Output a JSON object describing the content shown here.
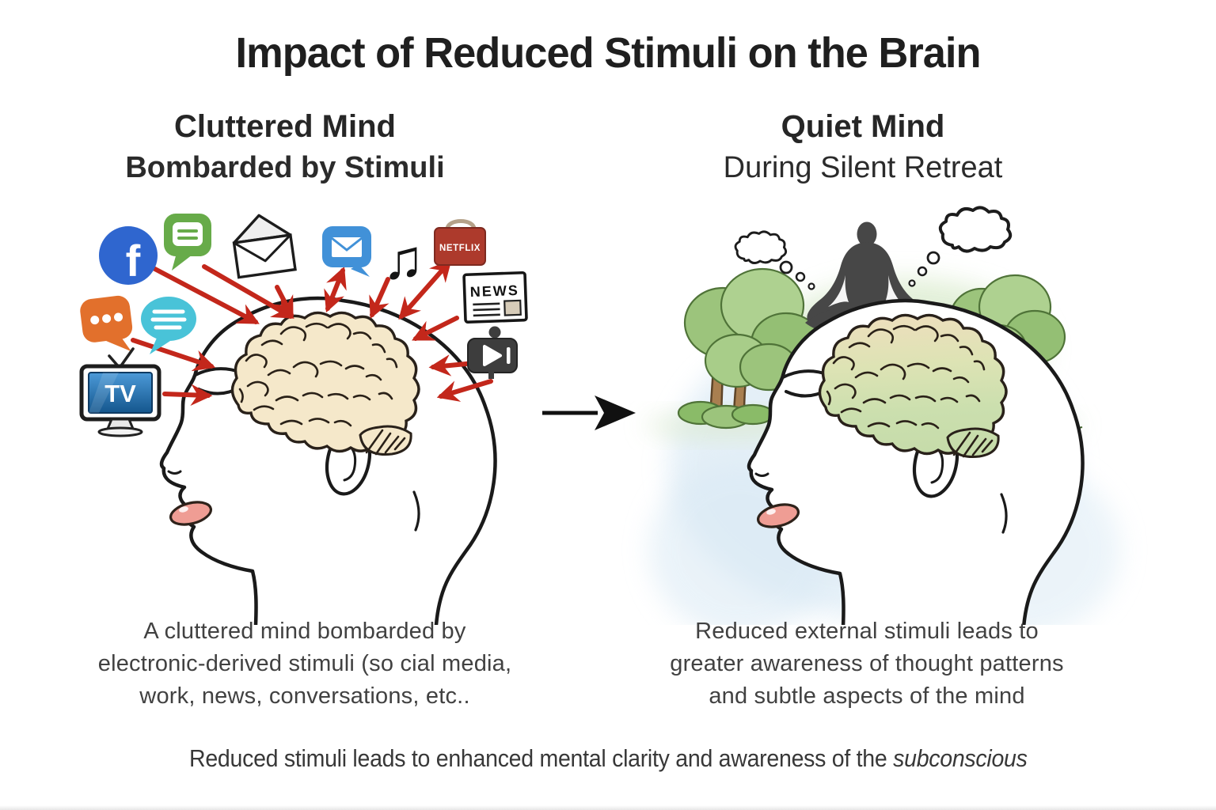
{
  "title": "Impact of Reduced Stimuli on the Brain",
  "left_panel": {
    "heading_line1": "Cluttered Mind",
    "heading_line2": "Bombarded by Stimuli",
    "caption_lines": [
      "A cluttered mind bombarded by",
      "electronic-derived stimuli (so cial media,",
      "work, news, conversations, etc.."
    ],
    "icon_labels": {
      "facebook_glyph": "f",
      "music_glyph": "♫",
      "netflix": "NETFLIX",
      "news": "NEWS",
      "tv": "TV"
    },
    "icons": [
      "facebook-icon",
      "chat-bubble-green-icon",
      "envelope-icon",
      "email-icon",
      "music-note-icon",
      "netflix-icon",
      "news-icon",
      "video-player-icon",
      "chat-bubble-orange-icon",
      "chat-bubble-cyan-icon",
      "tv-icon"
    ]
  },
  "right_panel": {
    "heading_line1": "Quiet Mind",
    "heading_line2": "During Silent Retreat",
    "caption_lines": [
      "Reduced external stimuli leads to",
      "greater awareness of thought patterns",
      "and subtle aspects of the mind"
    ],
    "elements": [
      "meditating-figure",
      "thought-cloud-left",
      "thought-cloud-right",
      "tree-pair-left",
      "tree-right",
      "grass-tuft",
      "quiet-brain"
    ]
  },
  "footer": {
    "prefix": "Reduced stimuli leads to enhanced mental clarity and awareness of the ",
    "italic_word": "subconscious"
  },
  "colors": {
    "arrow_red": "#c3271b",
    "facebook_blue": "#2f66cf",
    "chat_green": "#67ab49",
    "email_blue": "#4191d8",
    "netflix_red": "#ad3a2c",
    "chat_orange": "#e2702c",
    "chat_cyan": "#49c3d8",
    "tv_screen_blue": "#3c8fd0",
    "brain_cream": "#f5e8ca",
    "brain_green": "#cbdfae",
    "meditator_gray": "#474747",
    "tree_green": "#9cc47c",
    "wash_blue": "#d9e9f4",
    "ink": "#1a1a1a"
  }
}
